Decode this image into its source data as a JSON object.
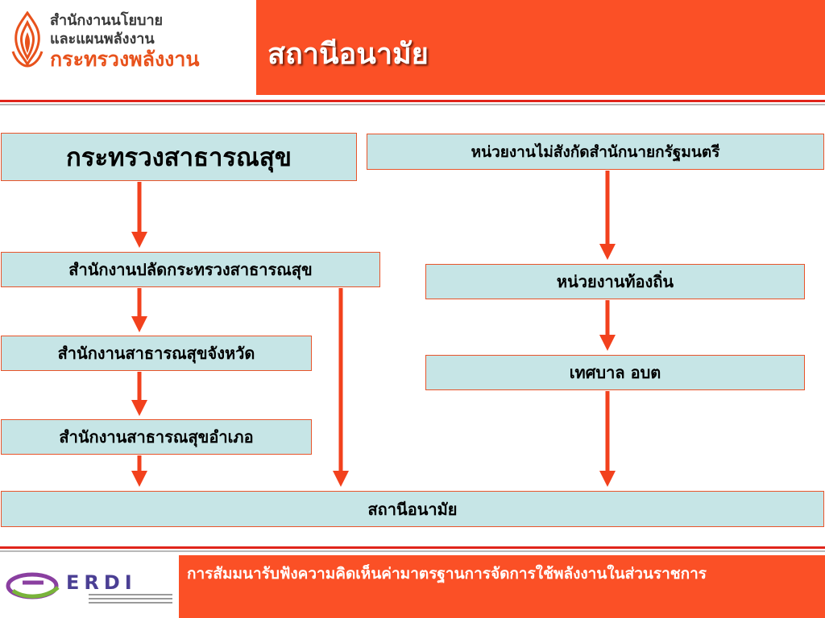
{
  "header": {
    "org_line1": "สำนักงานนโยบาย",
    "org_line2": "และแผนพลังงาน",
    "org_line3": "กระทรวงพลังงาน",
    "title": "สถานีอนามัย"
  },
  "diagram": {
    "nodes": {
      "moph": "กระทรวงสาธารณสุข",
      "non_pm_agency": "หน่วยงานไม่สังกัดสำนักนายกรัฐมนตรี",
      "perm_sec_office": "สำนักงานปลัดกระทรวงสาธารณสุข",
      "local_agency": "หน่วยงานท้องถิ่น",
      "provincial_office": "สำนักงานสาธารณสุขจังหวัด",
      "municipality": "เทศบาล อบต",
      "district_office": "สำนักงานสาธารณสุขอำเภอ",
      "health_center": "สถานีอนามัย"
    },
    "edges": [
      [
        "moph",
        "perm_sec_office"
      ],
      [
        "perm_sec_office",
        "provincial_office"
      ],
      [
        "provincial_office",
        "district_office"
      ],
      [
        "district_office",
        "health_center"
      ],
      [
        "perm_sec_office",
        "health_center"
      ],
      [
        "non_pm_agency",
        "local_agency"
      ],
      [
        "local_agency",
        "municipality"
      ],
      [
        "municipality",
        "health_center"
      ]
    ]
  },
  "footer": {
    "logo_letters": "ERDI",
    "caption": "การสัมมนารับฟังความคิดเห็นค่ามาตรฐานการจัดการใช้พลังงานในส่วนราชการ"
  },
  "colors": {
    "accent_orange": "#fb5026",
    "box_fill": "#c6e5e6",
    "arrow": "#f2411d",
    "rule_red": "#e0241b"
  }
}
